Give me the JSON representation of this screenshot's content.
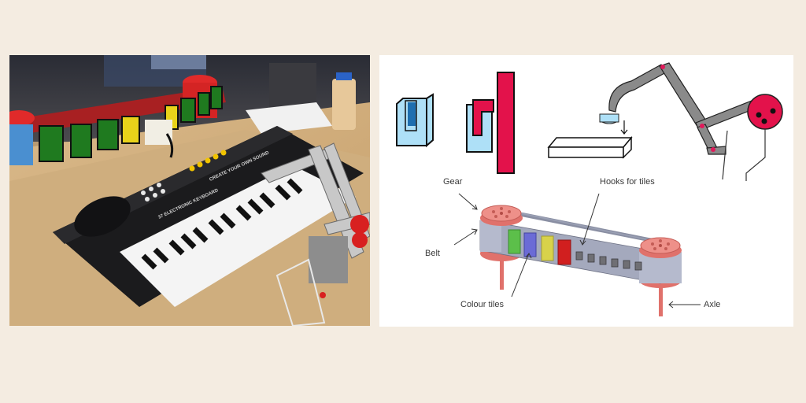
{
  "photo": {
    "description": "Photo of a LEGO robotic arm pressing keys on an electronic keyboard next to a colour-tile conveyor belt",
    "keyboard_text": "CREATE YOUR OWN SOUND",
    "keyboard_model_text": "37 ELECTRONIC KEYBOARD",
    "tiles_top_row": [
      "#1f7a1f",
      "#1f7a1f",
      "#1f7a1f",
      "#e8d21a",
      "#e8d21a",
      "#1f7a1f",
      "#1f7a1f",
      "#1f7a1f"
    ],
    "side_tile": "#4a8fd0"
  },
  "diagram": {
    "labels": {
      "gear": "Gear",
      "belt": "Belt",
      "hooks": "Hooks for tiles",
      "colour_tiles": "Colour tiles",
      "axle": "Axle"
    },
    "tile_colors": [
      "#5cbf4a",
      "#6b6bd6",
      "#d8d24a",
      "#d11f1f"
    ],
    "hook_count": 6,
    "colors": {
      "gear": "#e8827c",
      "belt": "#9aa0b4",
      "arm": "#8a8a8a",
      "joint": "#e0195a",
      "clamp_light": "#aee0f7",
      "clamp_dark": "#1f6fb0",
      "hook_red": "#e3124b"
    }
  },
  "background": "#f4ece1"
}
